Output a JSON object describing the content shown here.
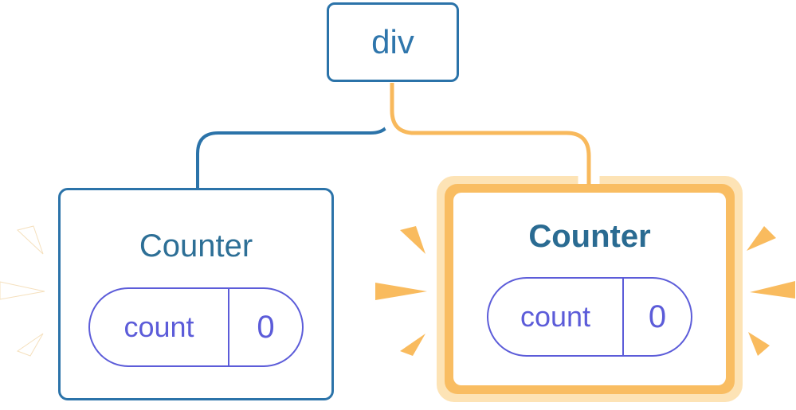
{
  "diagram": {
    "root": {
      "label": "div"
    },
    "left_counter": {
      "title": "Counter",
      "state": {
        "key": "count",
        "value": "0"
      },
      "highlighted": false
    },
    "right_counter": {
      "title": "Counter",
      "state": {
        "key": "count",
        "value": "0"
      },
      "highlighted": true
    }
  },
  "colors": {
    "blue_border": "#2b73a9",
    "title_teal": "#2d6f96",
    "pill_purple": "#5c5cd9",
    "connector_orange": "#f8b95c",
    "highlight_ring_orange": "#f9bd62",
    "highlight_ring_peach": "#fde3b5",
    "flash_dash_orange": "#f9bb5e",
    "flash_dash_white": "#ffffff",
    "card_background": "#ffffff"
  }
}
